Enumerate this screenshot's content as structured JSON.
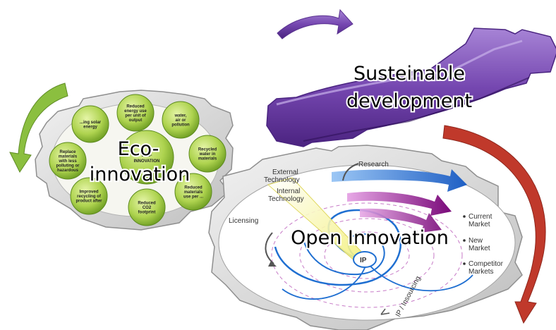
{
  "titles": {
    "sustainable_line1": "Susteinable",
    "sustainable_line2": "development",
    "eco_line1": "Eco-",
    "eco_line2": "innovation",
    "open": "Open Innovation"
  },
  "eco_center_label": [
    "ECO-",
    "INNOVATION"
  ],
  "eco_items": [
    [
      "Reduced",
      "energy use",
      "per unit of",
      "output"
    ],
    [
      "water,",
      "air or",
      "pollution"
    ],
    [
      "Recycled",
      "water in",
      "materials"
    ],
    [
      "Reduced",
      "materials",
      "use per ..."
    ],
    [
      "Reduced",
      "CO2",
      "footprint"
    ],
    [
      "Improved",
      "recycling of",
      "product after"
    ],
    [
      "Replace",
      "materials",
      "with less",
      "polluting or",
      "hazardous"
    ],
    [
      "...ing solar",
      "energy"
    ]
  ],
  "open_labels": {
    "external": [
      "External",
      "Technology"
    ],
    "internal": [
      "Internal",
      "Technology"
    ],
    "research": "Research",
    "licensing": "Licensing",
    "ip": "IP",
    "insourcing": "IP / Insourcing",
    "markets": [
      "Current",
      "Market",
      "New",
      "Market",
      "Competitor",
      "Markets"
    ]
  },
  "colors": {
    "purple": "#7b4fae",
    "green": "#8bbf3f",
    "red": "#c0392b",
    "blue": "#1f6fd1",
    "magenta": "#a1189e"
  }
}
